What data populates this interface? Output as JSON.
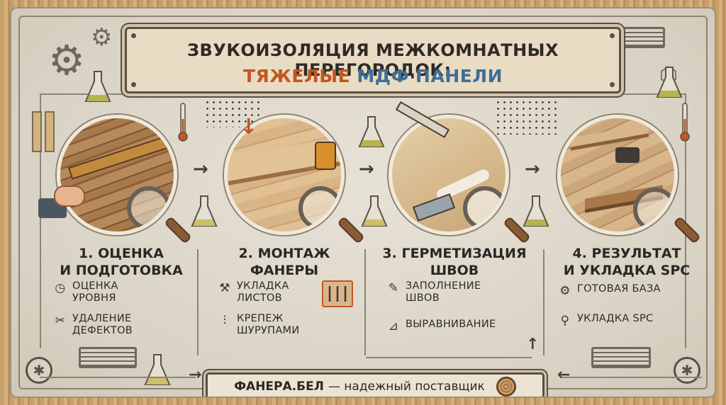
{
  "title": {
    "line1": "ЗВУКОИЗОЛЯЦИЯ МЕЖКОМНАТНЫХ ПЕРЕГОРОДОК:",
    "line2_part1": "ТЯЖЕЛЫЕ",
    "line2_part2": "МДФ ПАНЕЛИ"
  },
  "colors": {
    "orange_accent": "#c2571f",
    "blue_accent": "#3d6f96",
    "frame": "#8d8472",
    "text": "#2b2724"
  },
  "steps": [
    {
      "title_line1": "1. ОЦЕНКА",
      "title_line2": "И ПОДГОТОВКА",
      "items": [
        {
          "icon": "clock-icon",
          "line1": "ОЦЕНКА",
          "line2": "УРОВНЯ"
        },
        {
          "icon": "tools-icon",
          "line1": "УДАЛЕНИЕ",
          "line2": "ДЕФЕКТОВ"
        }
      ]
    },
    {
      "title_line1": "2. МОНТАЖ",
      "title_line2": "ФАНЕРЫ",
      "items": [
        {
          "icon": "drill-icon",
          "line1": "УКЛАДКА",
          "line2": "ЛИСТОВ"
        },
        {
          "icon": "screw-icon",
          "line1": "КРЕПЕЖ",
          "line2": "ШУРУПАМИ"
        }
      ]
    },
    {
      "title_line1": "3. ГЕРМЕТИЗАЦИЯ",
      "title_line2": "ШВОВ",
      "items": [
        {
          "icon": "caulk-icon",
          "line1": "ЗАПОЛНЕНИЕ",
          "line2": "ШВОВ"
        },
        {
          "icon": "trowel-icon",
          "line1": "ВЫРАВНИВАНИЕ",
          "line2": ""
        }
      ]
    },
    {
      "title_line1": "4. РЕЗУЛЬТАТ",
      "title_line2": "И УКЛАДКА SPC",
      "items": [
        {
          "icon": "gear-icon",
          "line1": "ГОТОВАЯ БАЗА",
          "line2": ""
        },
        {
          "icon": "wrench-icon",
          "line1": "УКЛАДКА SPC",
          "line2": ""
        }
      ]
    }
  ],
  "footer": {
    "brand": "ФАНЕРА.БЕЛ",
    "tagline": "— надежный поставщик"
  }
}
